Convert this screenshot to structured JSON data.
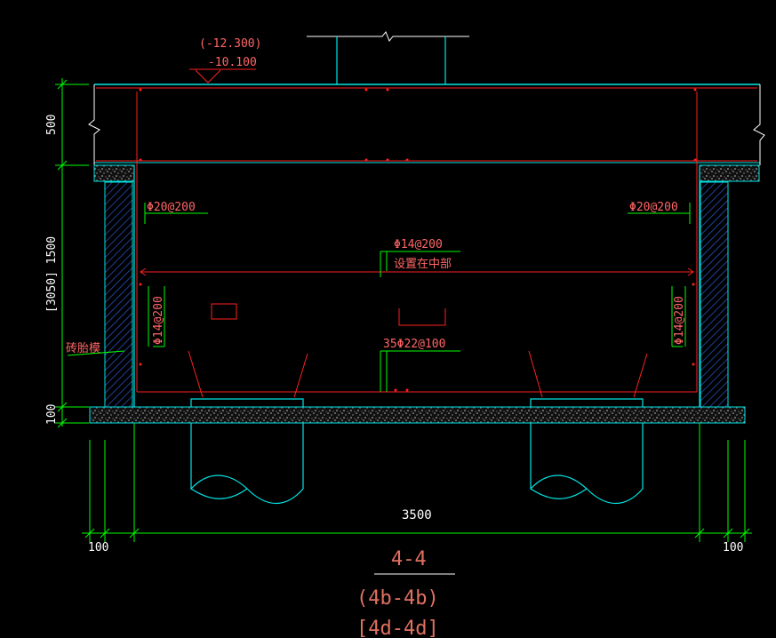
{
  "elevations": {
    "upper": "(-12.300)",
    "lower": "-10.100"
  },
  "dimensions": {
    "slab_thickness": "500",
    "wall_height": "[3050] 1500",
    "base_thickness": "100",
    "span": "3500",
    "left_edge": "100",
    "right_edge": "100"
  },
  "rebar_labels": {
    "top_left": "Φ20@200",
    "top_right": "Φ20@200",
    "middle": "Φ14@200",
    "middle_note": "设置在中部",
    "left_vertical": "Φ14@200",
    "right_vertical": "Φ14@200",
    "bottom": "35Φ22@100",
    "brick_wall": "砖胎模"
  },
  "title": {
    "section": "4-4",
    "ref1": "(4b-4b)",
    "ref2": "[4d-4d]"
  },
  "colors": {
    "background": "#000000",
    "cyan": "#00e5e5",
    "red": "#ff2020",
    "green": "#00ff00",
    "white": "#ffffff",
    "title": "#e07060"
  }
}
